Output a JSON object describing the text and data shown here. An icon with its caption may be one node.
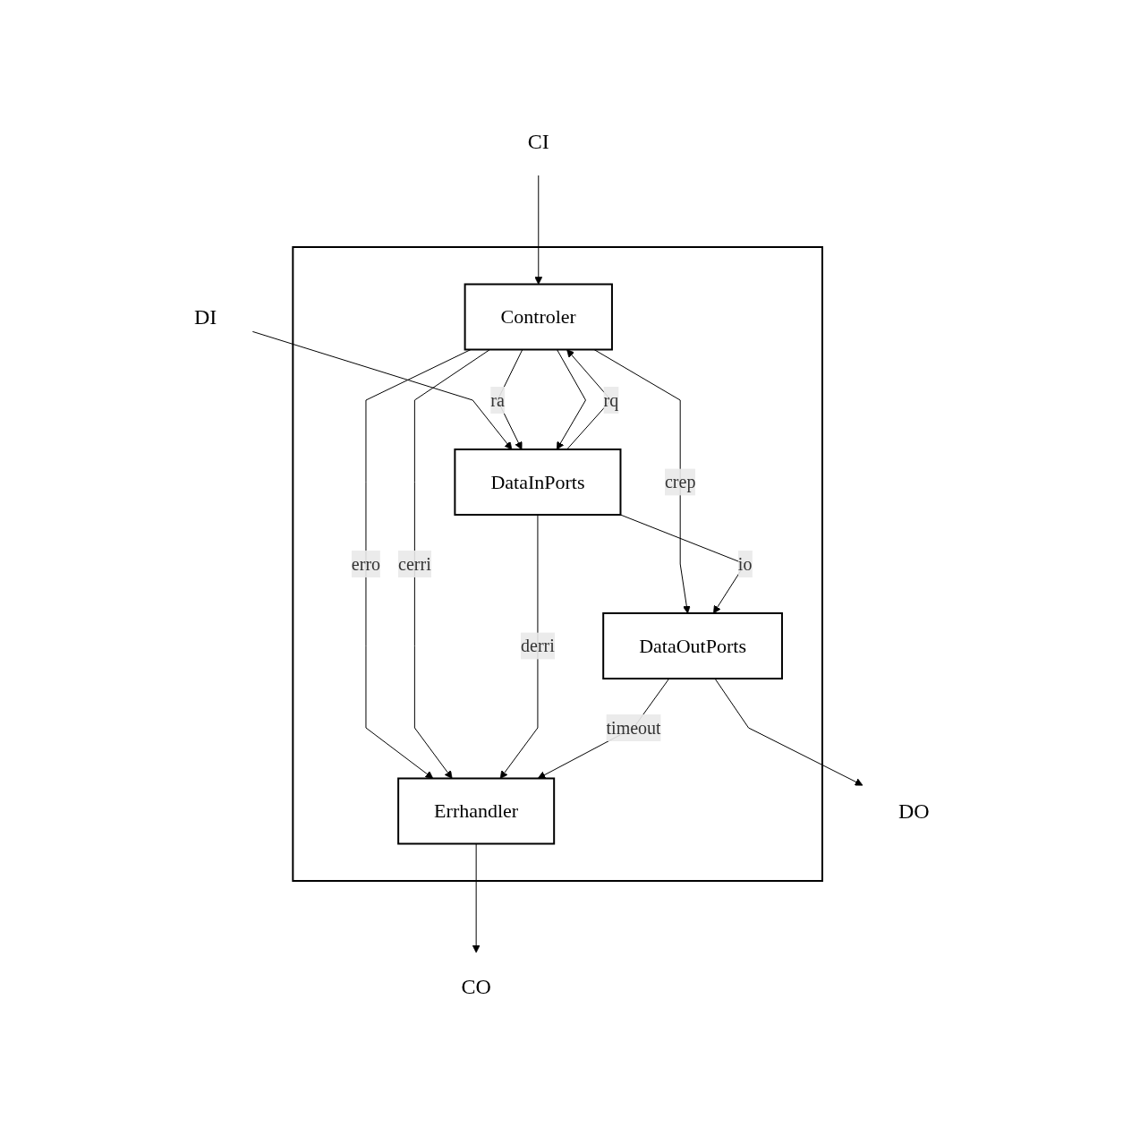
{
  "diagram": {
    "nodes": [
      {
        "text": [
          "CI"
        ]
      },
      {
        "text": [
          "DI"
        ]
      },
      {
        "text": [],
        "shape": "box"
      },
      {
        "text": [
          "Controler"
        ],
        "in": 2
      },
      {
        "text": [
          "DataInPorts"
        ],
        "in": 2
      },
      {
        "text": [
          "Errhandler"
        ],
        "in": 2
      },
      {
        "text": [
          "DataOutPorts"
        ],
        "in": 2
      },
      {
        "text": [
          "CO"
        ]
      },
      {
        "text": [
          "DO"
        ]
      }
    ],
    "edges": [
      {
        "from": 0,
        "to": 3,
        "arrow": "to"
      },
      {
        "from": 1,
        "to": 4,
        "arrow": "to"
      },
      {
        "from": 3,
        "to": 4,
        "arrow": "to",
        "label": "ra"
      },
      {
        "from": 4,
        "to": 3,
        "arrow": "to",
        "label": "rq"
      },
      {
        "from": 3,
        "to": 4,
        "arrow": "to"
      },
      {
        "from": 3,
        "to": 6,
        "arrow": "to",
        "label": "crep"
      },
      {
        "from": 3,
        "to": 5,
        "arrow": "to",
        "label": "erro"
      },
      {
        "from": 3,
        "to": 5,
        "arrow": "to",
        "label": "cerri"
      },
      {
        "from": 4,
        "to": 5,
        "arrow": "to",
        "label": "derri"
      },
      {
        "from": 4,
        "to": 6,
        "arrow": "to",
        "label": "io"
      },
      {
        "from": 6,
        "to": 5,
        "arrow": "to",
        "label": "timeout"
      },
      {
        "from": 5,
        "to": 7,
        "arrow": "to"
      },
      {
        "from": 6,
        "to": 8,
        "arrow": "to"
      }
    ]
  }
}
